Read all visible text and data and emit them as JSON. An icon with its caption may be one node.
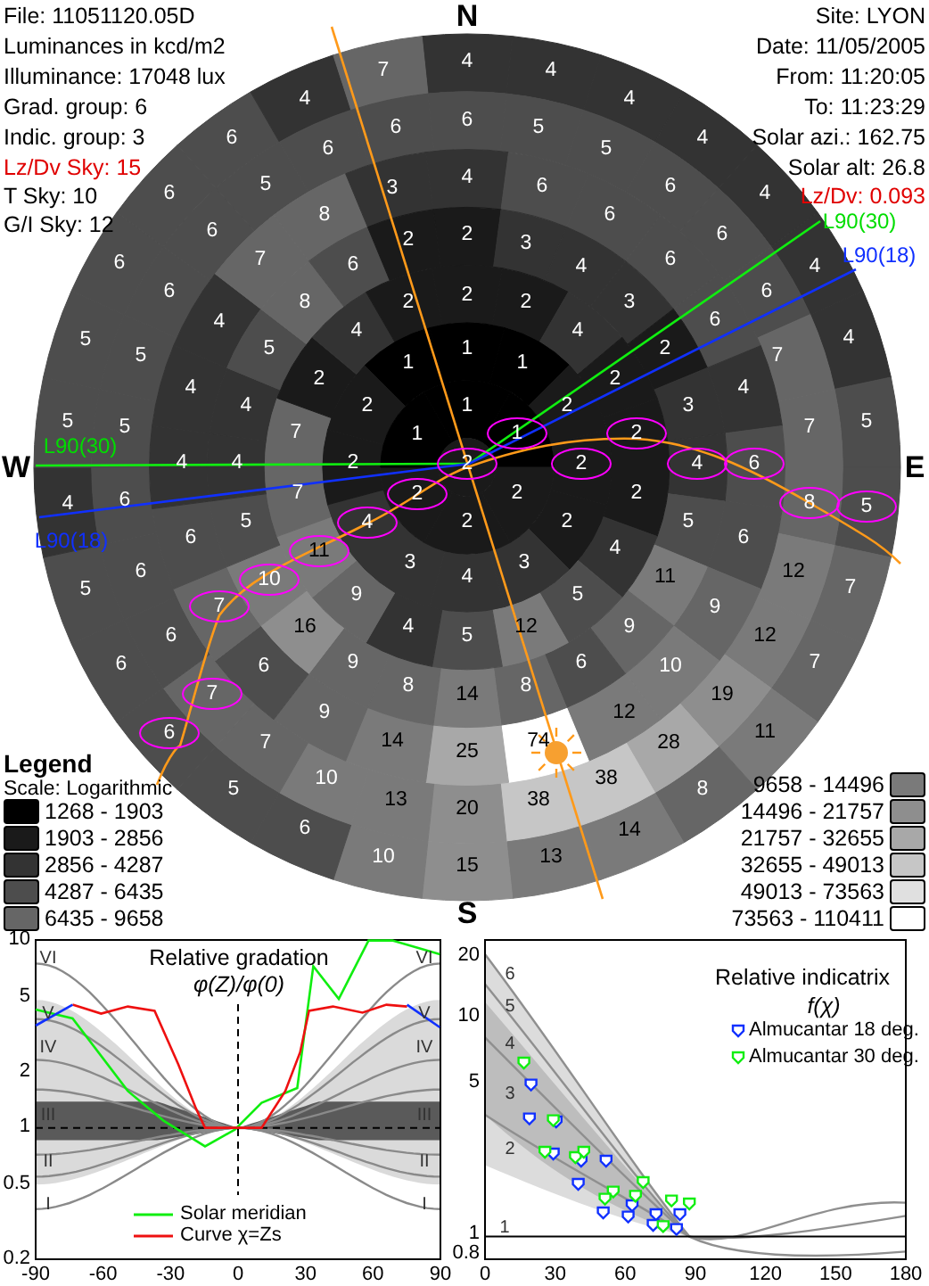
{
  "diagram": {
    "nodes": [
      {
        "text": [
          "1"
        ]
      },
      {
        "text": [
          "2"
        ]
      },
      {
        "text": [
          "2"
        ]
      },
      {
        "text": [
          "2"
        ]
      },
      {
        "text": [
          "4"
        ]
      },
      {
        "text": [
          "6"
        ]
      },
      {
        "text": [
          "2"
        ]
      },
      {
        "text": [
          "8"
        ]
      },
      {
        "text": [
          "5"
        ]
      },
      {
        "text": [
          "4"
        ]
      },
      {
        "text": [
          "11"
        ]
      },
      {
        "text": [
          "10"
        ]
      },
      {
        "text": [
          "7"
        ]
      },
      {
        "text": [
          "7"
        ]
      },
      {
        "text": [
          "6"
        ]
      }
    ],
    "labels": [
      "File: 11051120.05D",
      "Luminances in kcd/m2",
      "Illuminance: 17048 lux",
      "Grad. group: 6",
      "Indic. group: 3",
      "Lz/Dv Sky: 15",
      "T Sky: 10",
      "G/I Sky: 12",
      "Site: LYON",
      "Date: 11/05/2005",
      "From: 11:20:05",
      "To: 11:23:29",
      "Solar azi.: 162.75",
      "Solar alt: 26.8",
      "Lz/Dv: 0.093",
      "N",
      "L90(30)",
      "L90(18)",
      "7",
      "4",
      "4",
      "4",
      "4",
      "6",
      "6",
      "6",
      "5",
      "4",
      "6",
      "5",
      "6",
      "5",
      "3",
      "4",
      "6",
      "6",
      "4",
      "6",
      "8",
      "6",
      "2",
      "2",
      "3",
      "6",
      "6",
      "7",
      "6",
      "4",
      "6",
      "4",
      "6",
      "6",
      "8",
      "2",
      "2",
      "2",
      "3",
      "4",
      "4",
      "4",
      "6",
      "5",
      "5",
      "1",
      "2",
      "4",
      "5",
      "1",
      "1",
      "7",
      "4",
      "2",
      "2",
      "4",
      "5",
      "5",
      "4",
      "2",
      "1",
      "2",
      "3",
      "7",
      "5",
      "7",
      "1",
      "4",
      "4",
      "2",
      "4",
      "6",
      "7",
      "2",
      "2",
      "5",
      "2",
      "2",
      "5",
      "6",
      "6",
      "4",
      "3",
      "3",
      "6",
      "4",
      "11",
      "12",
      "5",
      "9",
      "5",
      "7",
      "9",
      "16",
      "4",
      "12",
      "9",
      "6",
      "5",
      "12",
      "6",
      "6",
      "9",
      "6",
      "10",
      "7",
      "8",
      "8",
      "14",
      "19",
      "9",
      "12",
      "7",
      "14",
      "25",
      "74",
      "28",
      "11",
      "10",
      "38",
      "5",
      "8",
      "13",
      "38",
      "20",
      "6",
      "14",
      "10",
      "13",
      "15",
      "W",
      "E",
      "L90(30)",
      "L90(18)",
      "S",
      "Legend",
      "Scale: Logarithmic",
      "Relative gradation",
      "φ(Z)/φ(0)",
      "VI",
      "V",
      "IV",
      "III",
      "II",
      "I",
      "VI",
      "V",
      "IV",
      "III",
      "II",
      "I",
      "10",
      "5",
      "2",
      "1",
      "0.5",
      "0.2",
      "-90",
      "-60",
      "-30",
      "0",
      "30",
      "60",
      "90",
      "Relative indicatrix",
      "f(χ)",
      "6",
      "5",
      "4",
      "3",
      "2",
      "1",
      "20",
      "10",
      "5",
      "1",
      "0.8",
      "0",
      "30",
      "60",
      "90",
      "120",
      "150",
      "180"
    ],
    "legend": [
      {
        "text": "1268 - 1903",
        "color": "#000000"
      },
      {
        "text": "1903 - 2856",
        "color": "#1a1a1a"
      },
      {
        "text": "2856 - 4287",
        "color": "#333333"
      },
      {
        "text": "4287 - 6435",
        "color": "#4d4d4d"
      },
      {
        "text": "6435 - 9658",
        "color": "#666666"
      },
      {
        "text": "9658 - 14496",
        "color": "#7a7a7a"
      },
      {
        "text": "14496 - 21757",
        "color": "#8e8e8e"
      },
      {
        "text": "21757 - 32655",
        "color": "#a8a8a8"
      },
      {
        "text": "32655 - 49013",
        "color": "#c6c6c6"
      },
      {
        "text": "49013 - 73563",
        "color": "#e0e0e0"
      },
      {
        "text": "73563 - 110411",
        "color": "#ffffff"
      },
      {
        "text": "Solar meridian"
      },
      {
        "text": "Curve χ=Zs"
      },
      {
        "text": "Almucantar 18 deg."
      },
      {
        "text": "Almucantar 30 deg."
      }
    ]
  }
}
